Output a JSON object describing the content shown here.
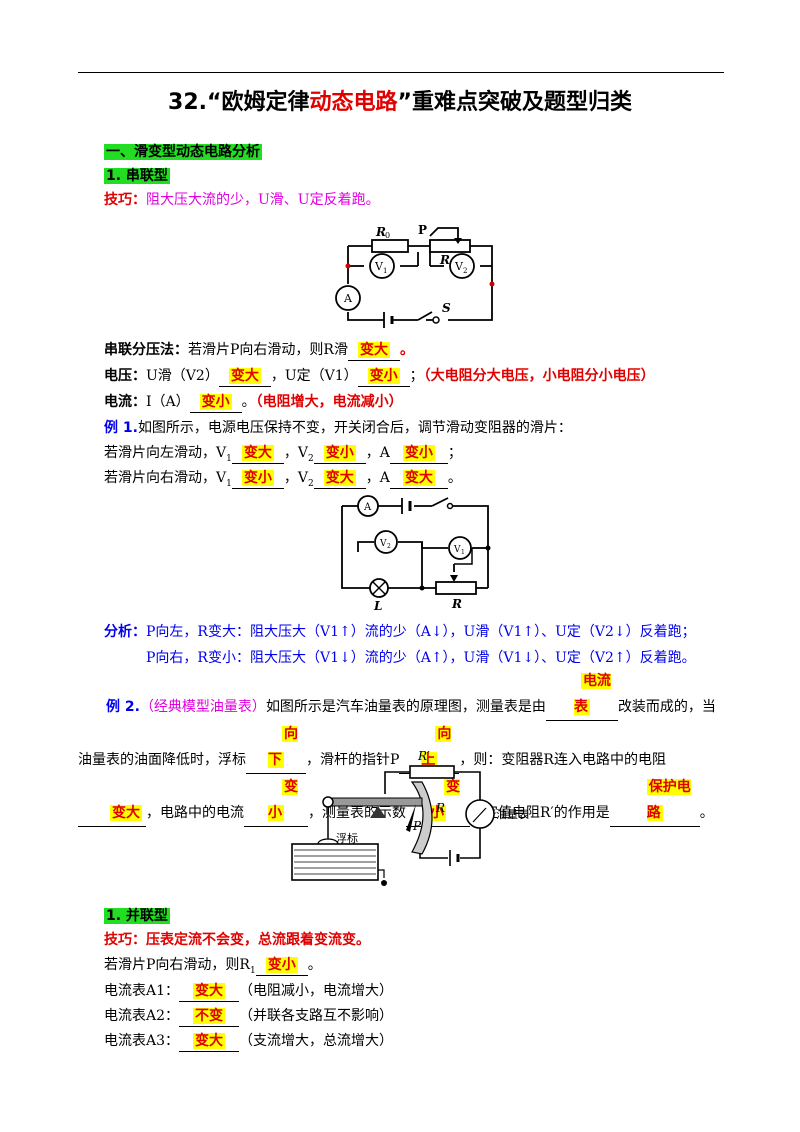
{
  "title_pre": "32.“欧姆定律",
  "title_red": "动态电路",
  "title_post": "”重难点突破及题型归类",
  "sec1": "一、滑变型动态电路分析",
  "sub1": "1. 串联型",
  "tip1_label": "技巧：",
  "tip1_text": "阻大压大流的少，U滑、U定反着跑。",
  "c1": {
    "R0": "R",
    "R0sub": "0",
    "P": "P",
    "R": "R",
    "V1": "V",
    "V2": "V",
    "sub1": "1",
    "sub2": "2",
    "A": "A",
    "S": "S"
  },
  "split_label": "串联分压法：",
  "split_text": "若滑片P向右滑动，则R滑",
  "ans_bigger": "变大",
  "ans_smaller": "变小",
  "ans_unchanged": "不变",
  "voltage_label": "电压：",
  "voltage_a": "U滑（V2）",
  "voltage_b": "，U定（V1）",
  "voltage_note": "（大电阻分大电压，小电阻分小电压）",
  "current_label": "电流：",
  "current_a": "I（A）",
  "current_note": "（电阻增大，电流减小）",
  "ex1_label": "例 1.",
  "ex1_text": "如图所示，电源电压保持不变，开关闭合后，调节滑动变阻器的滑片：",
  "ex1_left": "若滑片向左滑动，V",
  "ex1_right": "若滑片向右滑动，V",
  "c2": {
    "A": "A",
    "V1": "V",
    "V2": "V",
    "sub1": "1",
    "sub2": "2",
    "L": "L",
    "R": "R"
  },
  "analysis_label": "分析：",
  "analysis_1": "P向左，R变大：阻大压大（V1↑）流的少（A↓），U滑（V1↑）、U定（V2↓）反着跑；",
  "analysis_2": "P向右，R变小：阻大压大（V1↓）流的少（A↑），U滑（V1↓）、U定（V2↑）反着跑。",
  "ex2_label": "例 2.",
  "ex2_note": "（经典模型油量表）",
  "ex2_a": "如图所示是汽车油量表的原理图，测量表是由",
  "ex2_ans1": "电流表",
  "ex2_b": "改装而成的，当",
  "ex2_c": "油量表的油面降低时，浮标",
  "ex2_ans2": "向下",
  "ex2_d": "，滑杆的指针P",
  "ex2_ans3": "向上",
  "ex2_e": "，则：变阻器R连入电路中的电阻",
  "ex2_f": "电路中的电流",
  "ex2_g": "，测量表的示数",
  "ex2_h": "，定值电阻R′的作用是",
  "ex2_ans4": "保护电路",
  "c3": {
    "Rp": "R′",
    "R": "R",
    "P": "P",
    "float": "浮标",
    "gauge": "油量表"
  },
  "sub2": "1. 并联型",
  "tip2_label": "技巧：",
  "tip2_text": "压表定流不会变，总流跟着变流变。",
  "par_text": "若滑片P向右滑动，则R",
  "a1_label": "电流表A1：",
  "a1_note": "（电阻减小，电流增大）",
  "a2_label": "电流表A2：",
  "a2_note": "（并联各支路互不影响）",
  "a3_label": "电流表A3：",
  "a3_note": "（支流增大，总流增大）"
}
